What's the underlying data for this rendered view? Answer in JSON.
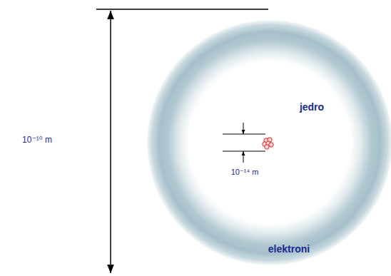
{
  "diagram": {
    "labels": [
      "10⁻¹⁰ m",
      "jedro",
      "10⁻¹⁴ m",
      "elektroni"
    ]
  }
}
